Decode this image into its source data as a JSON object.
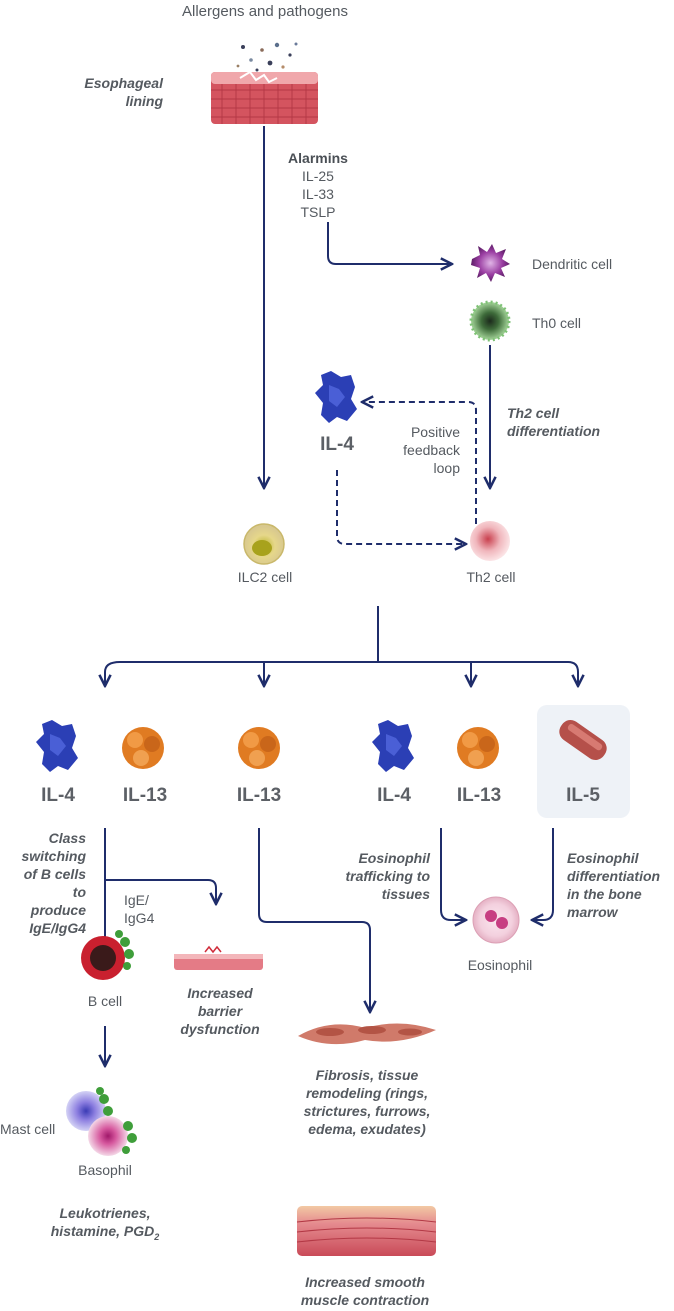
{
  "header": {
    "title": "Allergens and pathogens"
  },
  "esophageal_lining": {
    "label": "Esophageal lining"
  },
  "alarmins": {
    "title": "Alarmins",
    "items": [
      "IL-25",
      "IL-33",
      "TSLP"
    ]
  },
  "cells": {
    "dendritic": "Dendritic cell",
    "th0": "Th0 cell",
    "th2": "Th2 cell",
    "ilc2": "ILC2 cell",
    "eosinophil": "Eosinophil",
    "b_cell": "B cell",
    "mast": "Mast cell",
    "basophil": "Basophil"
  },
  "upper": {
    "th2_diff": "Th2 cell differentiation",
    "il4": "IL-4",
    "feedback": "Positive feedback loop"
  },
  "cytokines": {
    "g1_il4": "IL-4",
    "g1_il13": "IL-13",
    "g2_il13": "IL-13",
    "g3_il4": "IL-4",
    "g3_il13": "IL-13",
    "g4_il5": "IL-5"
  },
  "effects": {
    "class_switch": "Class switching of B cells to produce IgE/IgG4",
    "ige": "IgE/ IgG4",
    "barrier": "Increased barrier dysfunction",
    "fibrosis": "Fibrosis, tissue remodeling (rings, strictures, furrows, edema, exudates)",
    "eos_traffic": "Eosinophil trafficking to tissues",
    "eos_diff": "Eosinophil differentiation in the bone marrow",
    "mediators_prefix": "Leukotrienes, histamine, PGD",
    "mediators_sub": "2",
    "smooth_muscle": "Increased smooth muscle contraction"
  },
  "colors": {
    "arrow": "#1f2d6b",
    "il4_protein": "#2b3fb5",
    "il13_protein": "#e07b22",
    "il5_protein": "#b5504a",
    "tissue": "#d04a55",
    "text": "#555a60"
  }
}
